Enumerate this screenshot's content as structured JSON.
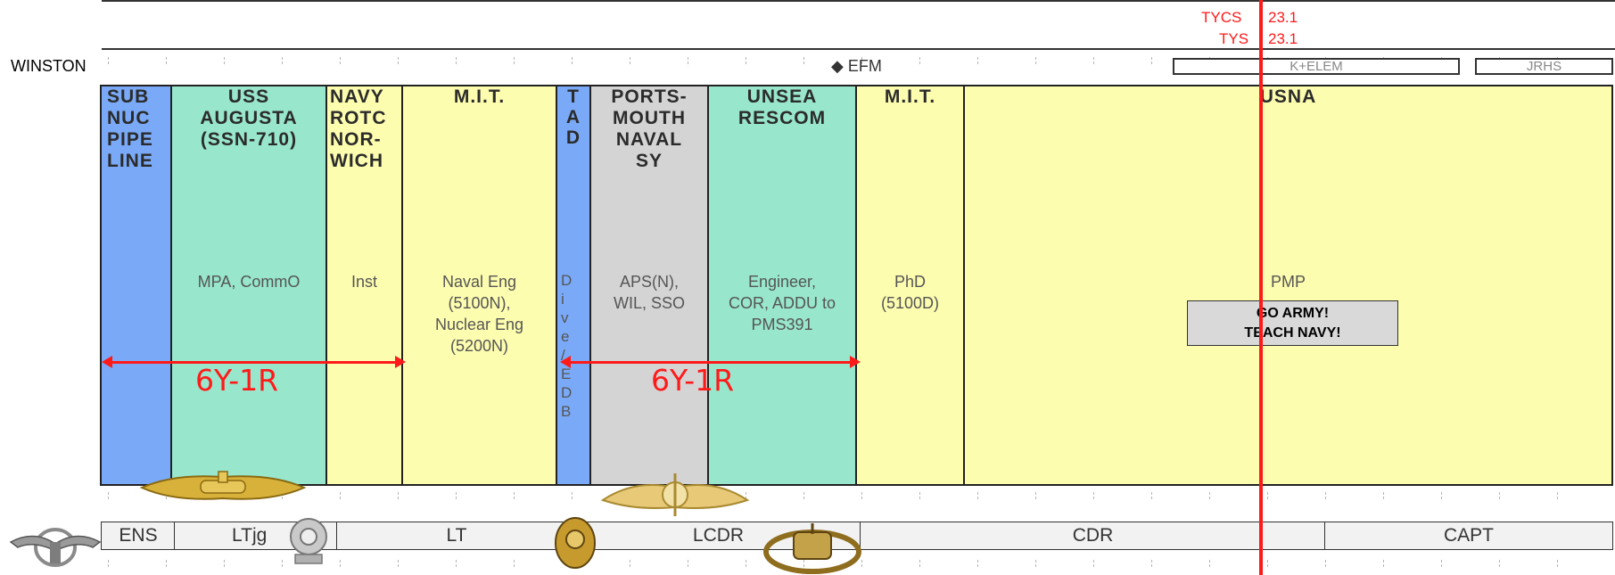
{
  "officer": {
    "name": "WINSTON"
  },
  "markers": {
    "tycs": {
      "label": "TYCS",
      "value": "23.1"
    },
    "tys": {
      "label": "TYS",
      "value": "23.1"
    },
    "efm": "◆ EFM"
  },
  "school": [
    {
      "label": "K+ELEM"
    },
    {
      "label": "JRHS"
    }
  ],
  "assignments": [
    {
      "title": "SUB\nNUC\nPIPE\nLINE",
      "desc": "",
      "color": "#7aaaf7"
    },
    {
      "title": "USS\nAUGUSTA\n(SSN-710)",
      "desc": "MPA, CommO",
      "color": "#98e6cc"
    },
    {
      "title": "NAVY\nROTC\nNOR-\nWICH",
      "desc": "Inst",
      "color": "#fdfdb0"
    },
    {
      "title": "M.I.T.",
      "desc": "Naval Eng\n(5100N),\nNuclear Eng\n(5200N)",
      "color": "#fdfdb0"
    },
    {
      "title": "T\nA\nD",
      "desc": "D\ni\nv\ne\n/\nE\nD\nB",
      "color": "#7aaaf7"
    },
    {
      "title": "PORTS-\nMOUTH\nNAVAL\nSY",
      "desc": "APS(N),\nWIL, SSO",
      "color": "#d4d4d4"
    },
    {
      "title": "UNSEA\nRESCOM",
      "desc": "Engineer,\nCOR, ADDU to\nPMS391",
      "color": "#98e6cc"
    },
    {
      "title": "M.I.T.",
      "desc": "PhD\n(5100D)",
      "color": "#fdfdb0"
    },
    {
      "title": "USNA",
      "desc": "PMP",
      "color": "#fdfdb0"
    }
  ],
  "tour_labels": [
    "6Y-1R",
    "6Y-1R"
  ],
  "note": {
    "line1": "GO ARMY!",
    "line2": "TEACH NAVY!"
  },
  "ranks": [
    "ENS",
    "LTjg",
    "LT",
    "LCDR",
    "CDR",
    "CAPT"
  ],
  "badges": [
    "air-assault-badge",
    "submarine-dolphins-badge",
    "diver-helmet-badge",
    "surface-warfare-badge",
    "deep-sea-diver-badge",
    "eod-badge"
  ],
  "colors": {
    "accent_red": "#ff1a1a"
  }
}
